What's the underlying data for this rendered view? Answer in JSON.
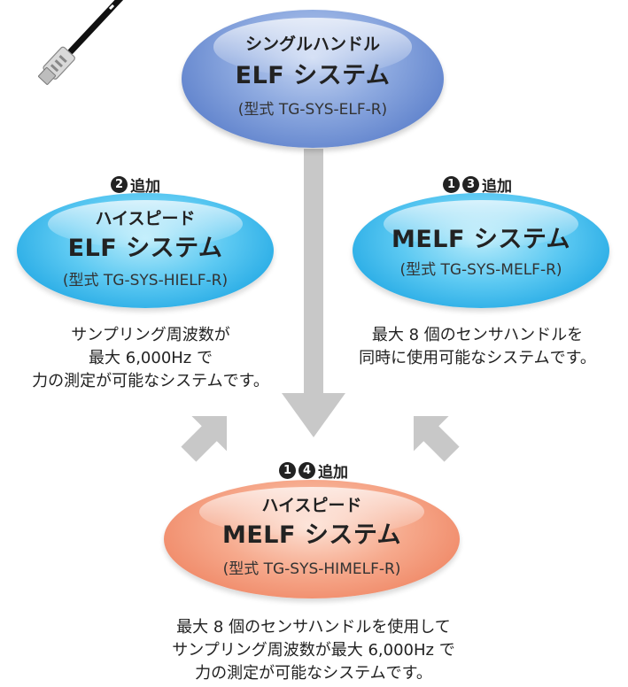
{
  "top_node": {
    "line1": "シングルハンドル",
    "line2": "ELF システム",
    "model": "(型式 TG-SYS-ELF-R)"
  },
  "left_node": {
    "badges": [
      "2"
    ],
    "add_label": "追加",
    "line1": "ハイスピード",
    "line2": "ELF システム",
    "model": "(型式 TG-SYS-HIELF-R)",
    "description": [
      "サンプリング周波数が",
      "最大 6,000Hz で",
      "力の測定が可能なシステムです。"
    ]
  },
  "right_node": {
    "badges": [
      "1",
      "3"
    ],
    "add_label": "追加",
    "line1": "MELF システム",
    "model": "(型式 TG-SYS-MELF-R)",
    "description": [
      "最大 8 個のセンサハンドルを",
      "同時に使用可能なシステムです。"
    ]
  },
  "bottom_node": {
    "badges": [
      "1",
      "4"
    ],
    "add_label": "追加",
    "line1": "ハイスピード",
    "line2": "MELF システム",
    "model": "(型式 TG-SYS-HIMELF-R)",
    "description": [
      "最大 8 個のセンサハンドルを使用して",
      "サンプリング周波数が最大 6,000Hz で",
      "力の測定が可能なシステムです。"
    ]
  },
  "colors": {
    "top": "#7b98d8",
    "left": "#3bb8ec",
    "right": "#3bb8ec",
    "bottom": "#f29a7b",
    "arrow": "#c8c8c8"
  },
  "icons": [
    "usb-cable-icon",
    "arrow-down-icon",
    "arrow-down-right-icon",
    "arrow-down-left-icon"
  ]
}
